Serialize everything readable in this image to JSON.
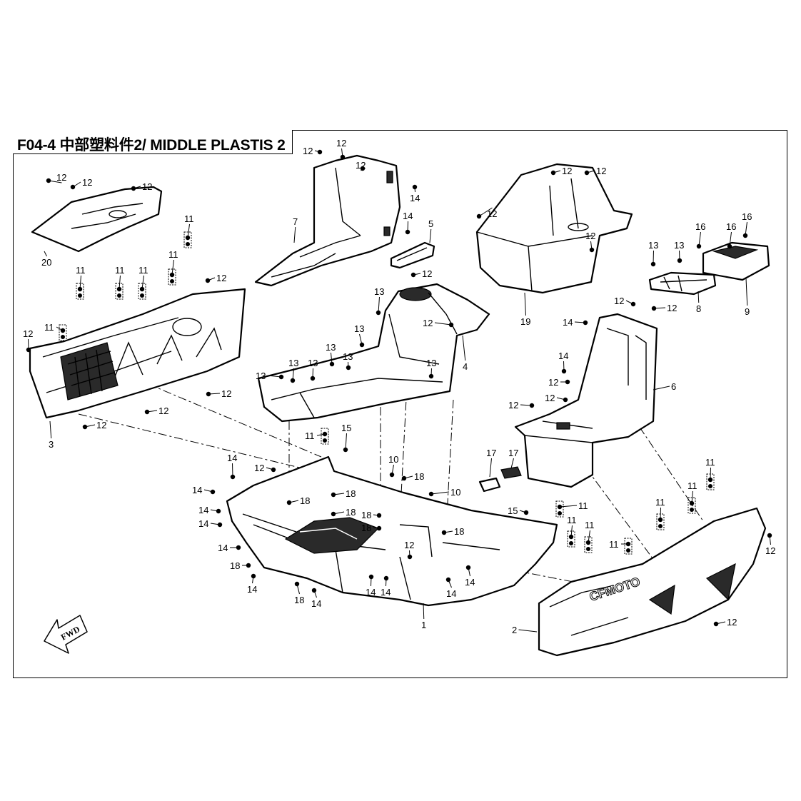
{
  "title": "F04-4 中部塑料件2/ MIDDLE PLASTIS 2",
  "fwd_label": "FWD",
  "brand_logo": "CFMOTO",
  "callouts": [
    {
      "id": "c1",
      "label": "1"
    },
    {
      "id": "c2",
      "label": "2"
    },
    {
      "id": "c3",
      "label": "3"
    },
    {
      "id": "c4",
      "label": "4"
    },
    {
      "id": "c5",
      "label": "5"
    },
    {
      "id": "c6",
      "label": "6"
    },
    {
      "id": "c7",
      "label": "7"
    },
    {
      "id": "c8",
      "label": "8"
    },
    {
      "id": "c9",
      "label": "9"
    },
    {
      "id": "c19",
      "label": "19"
    },
    {
      "id": "c20",
      "label": "20"
    },
    {
      "id": "c10a",
      "label": "10"
    },
    {
      "id": "c10b",
      "label": "10"
    },
    {
      "id": "c15a",
      "label": "15"
    },
    {
      "id": "c15b",
      "label": "15"
    },
    {
      "id": "c16a",
      "label": "16"
    },
    {
      "id": "c16b",
      "label": "16"
    },
    {
      "id": "c16c",
      "label": "16"
    },
    {
      "id": "c17a",
      "label": "17"
    },
    {
      "id": "c17b",
      "label": "17"
    },
    {
      "id": "c11a",
      "label": "11"
    },
    {
      "id": "c11b",
      "label": "11"
    },
    {
      "id": "c11c",
      "label": "11"
    },
    {
      "id": "c11d",
      "label": "11"
    },
    {
      "id": "c11e",
      "label": "11"
    },
    {
      "id": "c11f",
      "label": "11"
    },
    {
      "id": "c11g",
      "label": "11"
    },
    {
      "id": "c11h",
      "label": "11"
    },
    {
      "id": "c11i",
      "label": "11"
    },
    {
      "id": "c11j",
      "label": "11"
    },
    {
      "id": "c11k",
      "label": "11"
    },
    {
      "id": "c11l",
      "label": "11"
    },
    {
      "id": "c11m",
      "label": "11"
    },
    {
      "id": "c11n",
      "label": "11"
    },
    {
      "id": "c12a",
      "label": "12"
    },
    {
      "id": "c12b",
      "label": "12"
    },
    {
      "id": "c12c",
      "label": "12"
    },
    {
      "id": "c12d",
      "label": "12"
    },
    {
      "id": "c12e",
      "label": "12"
    },
    {
      "id": "c12f",
      "label": "12"
    },
    {
      "id": "c12g",
      "label": "12"
    },
    {
      "id": "c12h",
      "label": "12"
    },
    {
      "id": "c12i",
      "label": "12"
    },
    {
      "id": "c12j",
      "label": "12"
    },
    {
      "id": "c12k",
      "label": "12"
    },
    {
      "id": "c12l",
      "label": "12"
    },
    {
      "id": "c12m",
      "label": "12"
    },
    {
      "id": "c12n",
      "label": "12"
    },
    {
      "id": "c12o",
      "label": "12"
    },
    {
      "id": "c12p",
      "label": "12"
    },
    {
      "id": "c12q",
      "label": "12"
    },
    {
      "id": "c12r",
      "label": "12"
    },
    {
      "id": "c12s",
      "label": "12"
    },
    {
      "id": "c12t",
      "label": "12"
    },
    {
      "id": "c12u",
      "label": "12"
    },
    {
      "id": "c12v",
      "label": "12"
    },
    {
      "id": "c12w",
      "label": "12"
    },
    {
      "id": "c12x",
      "label": "12"
    },
    {
      "id": "c12y",
      "label": "12"
    },
    {
      "id": "c12z",
      "label": "12"
    },
    {
      "id": "c13a",
      "label": "13"
    },
    {
      "id": "c13b",
      "label": "13"
    },
    {
      "id": "c13c",
      "label": "13"
    },
    {
      "id": "c13d",
      "label": "13"
    },
    {
      "id": "c13e",
      "label": "13"
    },
    {
      "id": "c13f",
      "label": "13"
    },
    {
      "id": "c13g",
      "label": "13"
    },
    {
      "id": "c13h",
      "label": "13"
    },
    {
      "id": "c13i",
      "label": "13"
    },
    {
      "id": "c13j",
      "label": "13"
    },
    {
      "id": "c14a",
      "label": "14"
    },
    {
      "id": "c14b",
      "label": "14"
    },
    {
      "id": "c14c",
      "label": "14"
    },
    {
      "id": "c14d",
      "label": "14"
    },
    {
      "id": "c14e",
      "label": "14"
    },
    {
      "id": "c14f",
      "label": "14"
    },
    {
      "id": "c14g",
      "label": "14"
    },
    {
      "id": "c14h",
      "label": "14"
    },
    {
      "id": "c14i",
      "label": "14"
    },
    {
      "id": "c14j",
      "label": "14"
    },
    {
      "id": "c14k",
      "label": "14"
    },
    {
      "id": "c14l",
      "label": "14"
    },
    {
      "id": "c14m",
      "label": "14"
    },
    {
      "id": "c14n",
      "label": "14"
    },
    {
      "id": "c14o",
      "label": "14"
    },
    {
      "id": "c18a",
      "label": "18"
    },
    {
      "id": "c18b",
      "label": "18"
    },
    {
      "id": "c18c",
      "label": "18"
    },
    {
      "id": "c18d",
      "label": "18"
    },
    {
      "id": "c18e",
      "label": "18"
    },
    {
      "id": "c18f",
      "label": "18"
    },
    {
      "id": "c18g",
      "label": "18"
    },
    {
      "id": "c18h",
      "label": "18"
    },
    {
      "id": "c18i",
      "label": "18"
    }
  ]
}
